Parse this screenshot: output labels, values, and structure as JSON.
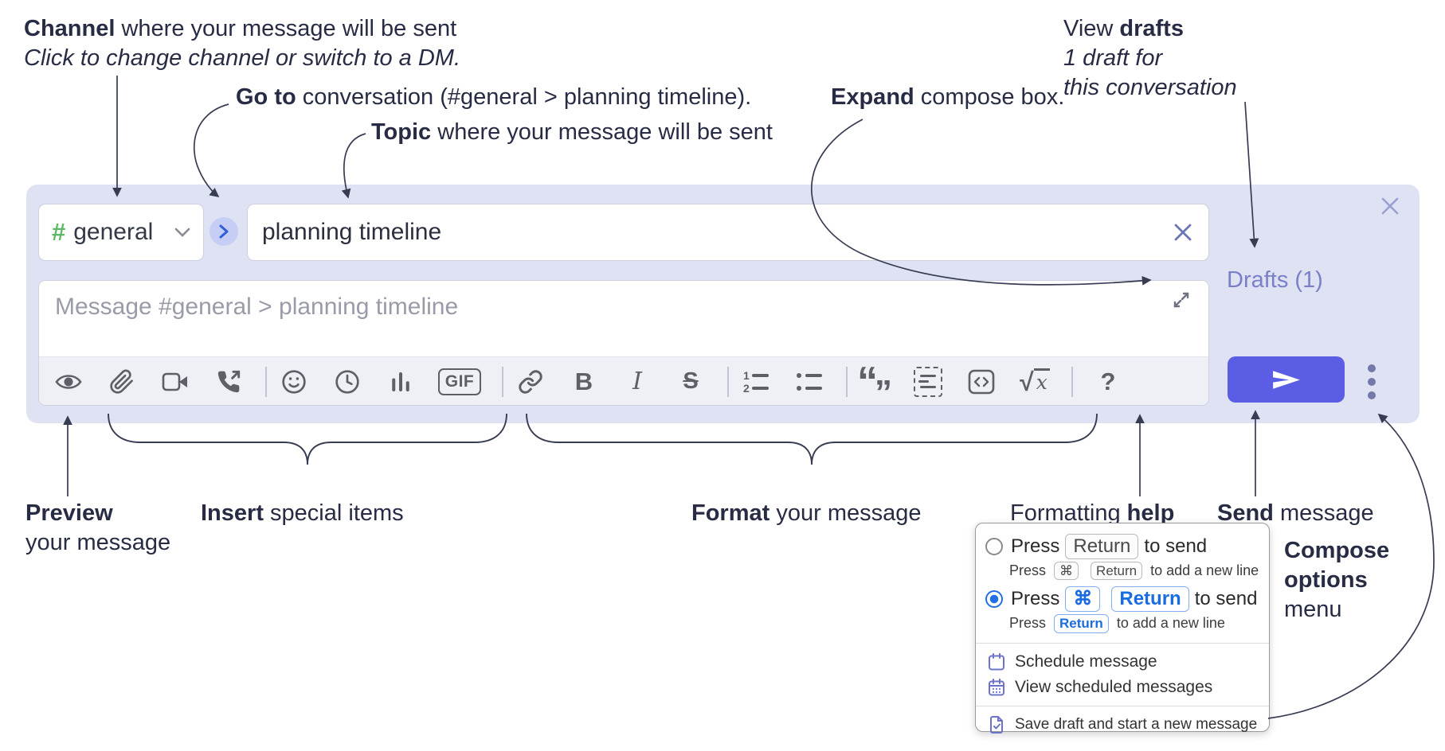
{
  "annotations": {
    "channel": {
      "bold": "Channel",
      "rest": " where your message will be sent",
      "subtitle": "Click to change channel or switch to a DM."
    },
    "go_to": {
      "bold": "Go to",
      "rest": " conversation (#general > planning timeline)."
    },
    "topic": {
      "bold": "Topic",
      "rest": " where your message will be sent"
    },
    "expand": {
      "bold": "Expand",
      "rest": " compose box."
    },
    "view_drafts": {
      "pre": "View ",
      "bold": "drafts",
      "line2": "1 draft for",
      "line3": "this conversation"
    },
    "preview": {
      "bold": "Preview",
      "line2": "your message"
    },
    "insert": {
      "bold": "Insert",
      "rest": " special items"
    },
    "format": {
      "bold": "Format",
      "rest": " your message"
    },
    "formatting_help": {
      "pre": "Formatting ",
      "bold": "help"
    },
    "send": {
      "bold": "Send",
      "rest": " message"
    },
    "compose_options": {
      "line1": "Compose",
      "line2": "options",
      "line3": "menu"
    }
  },
  "compose": {
    "channel_selector": {
      "hash": "#",
      "label": "general"
    },
    "topic_input": {
      "value": "planning timeline"
    },
    "message_input": {
      "placeholder": "Message #general > planning timeline"
    },
    "drafts_link": "Drafts (1)",
    "toolbar": {
      "gif": "GIF",
      "bold": "B",
      "italic": "I",
      "strike": "S",
      "ol1": "1",
      "ol2": "2",
      "quote_open": "“",
      "quote_close": "”",
      "sqrt": "√",
      "math_x": "x",
      "help": "?",
      "icon_names": [
        "preview-icon",
        "attach-icon",
        "video-call-icon",
        "voice-call-icon",
        "emoji-icon",
        "global-time-icon",
        "poll-icon",
        "gif-icon",
        "link-icon",
        "bold-icon",
        "italic-icon",
        "strikethrough-icon",
        "numbered-list-icon",
        "bulleted-list-icon",
        "quote-icon",
        "spoiler-icon",
        "code-icon",
        "math-icon",
        "help-icon"
      ]
    }
  },
  "options_menu": {
    "radio1": {
      "pre": "Press",
      "key": "Return",
      "post": "to send",
      "selected": false,
      "sub": {
        "pre": "Press",
        "key1": "⌘",
        "key2": "Return",
        "post": "to add a new line"
      }
    },
    "radio2": {
      "pre": "Press",
      "key1": "⌘",
      "key2": "Return",
      "post": "to send",
      "selected": true,
      "sub": {
        "pre": "Press",
        "key": "Return",
        "post": "to add a new line"
      }
    },
    "items": [
      {
        "icon": "schedule-calendar-icon",
        "label": "Schedule message"
      },
      {
        "icon": "view-scheduled-icon",
        "label": "View scheduled messages"
      },
      {
        "icon": "save-draft-icon",
        "label": "Save draft and start a new message"
      }
    ]
  },
  "colors": {
    "compose_bg": "#dfe2f2",
    "accent_send": "#5b5de4",
    "drafts_link": "#7a80c8",
    "radio_selected": "#2170e8",
    "menu_icon": "#6d73c9",
    "annotation_text": "#272c44",
    "toolbar_icon": "#5d6066",
    "channel_hash_green": "#5cb963",
    "go_circle_bg": "#c6cef6"
  }
}
